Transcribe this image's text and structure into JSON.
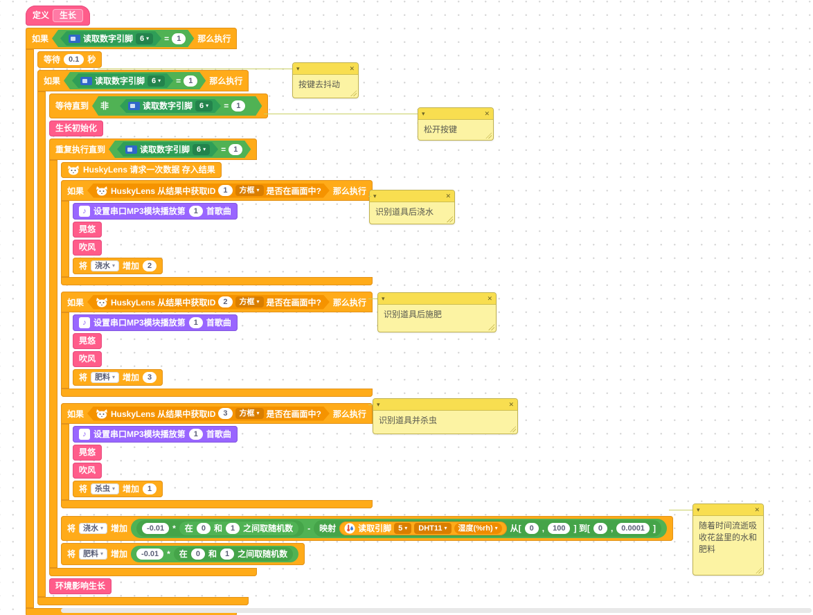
{
  "icons": {
    "caret": "▾",
    "collapse": "▾",
    "close": "✕",
    "music_note": "♪"
  },
  "blocks": {
    "define": "定义",
    "grow": "生长",
    "if": "如果",
    "then_do": "那么执行",
    "read_digital_pin": "读取数字引脚",
    "pin_6": "6",
    "equals": "=",
    "one": "1",
    "wait": "等待",
    "wait_seconds": "0.1",
    "seconds": "秒",
    "wait_until": "等待直到",
    "not": "非",
    "grow_init": "生长初始化",
    "repeat_until": "重复执行直到",
    "husky_request": "HuskyLens 请求一次数据 存入结果",
    "husky_get_id": "HuskyLens 从结果中获取ID",
    "frame": "方框",
    "in_screen": "是否在画面中?",
    "id_1": "1",
    "id_2": "2",
    "id_3": "3",
    "mp3_set_play": "设置串口MP3模块播放第",
    "mp3_track": "1",
    "mp3_song": "首歌曲",
    "sway": "晃悠",
    "blow": "吹风",
    "change": "将",
    "increase_by": "增加",
    "var_water": "浇水",
    "var_fertilizer": "肥料",
    "var_pesticide": "杀虫",
    "water_step": "2",
    "fertilizer_step": "3",
    "pesticide_step": "1",
    "neg_factor": "-0.01",
    "multiply": "*",
    "random_between": "在",
    "random_and": "和",
    "random_suffix": "之间取随机数",
    "random_low": "0",
    "random_high": "1",
    "minus": "-",
    "map": "映射",
    "read_pin": "读取引脚",
    "pin_5": "5",
    "dht11": "DHT11",
    "humidity": "湿度(%rh)",
    "map_from": "从[",
    "comma": ",",
    "map_to": "] 到[",
    "bracket": "]",
    "map_from_low": "0",
    "map_from_high": "100",
    "map_to_low": "0",
    "map_to_high": "0.0001",
    "env_growth": "环境影响生长"
  },
  "comments": {
    "debounce": "按键去抖动",
    "release": "松开按键",
    "water": "识别道具后浇水",
    "fertilize": "识别道具后施肥",
    "pest": "识别道具并杀虫",
    "absorb": "随着时间流逝吸收花盆里的水和肥料"
  }
}
